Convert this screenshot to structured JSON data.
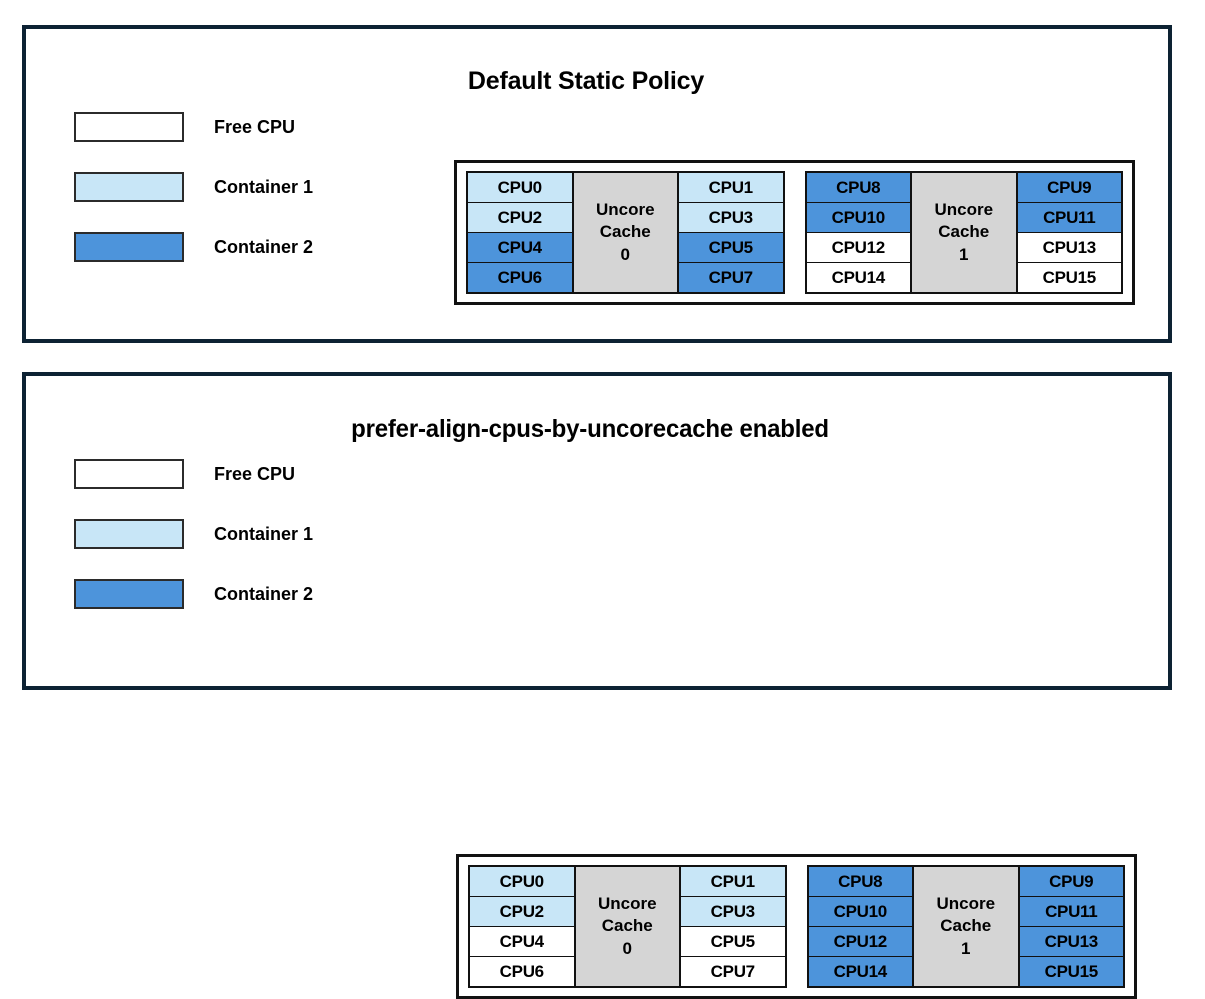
{
  "colors": {
    "free_cpu": "#ffffff",
    "container_1": "#c8e6f7",
    "container_2": "#4d94db",
    "uncore_cache": "#d5d5d5",
    "panel_border": "#0d2233",
    "box_border": "#111111"
  },
  "legend": {
    "items": [
      {
        "label": "Free CPU",
        "fill": "free"
      },
      {
        "label": "Container 1",
        "fill": "c1"
      },
      {
        "label": "Container 2",
        "fill": "c2"
      }
    ]
  },
  "panels": [
    {
      "id": "default-static-policy",
      "title": "Default Static Policy",
      "clusters": [
        {
          "cache_label_line1": "Uncore",
          "cache_label_line2": "Cache",
          "cache_label_line3": "0",
          "left_column": [
            {
              "label": "CPU0",
              "fill": "c1"
            },
            {
              "label": "CPU2",
              "fill": "c1"
            },
            {
              "label": "CPU4",
              "fill": "c2"
            },
            {
              "label": "CPU6",
              "fill": "c2"
            }
          ],
          "right_column": [
            {
              "label": "CPU1",
              "fill": "c1"
            },
            {
              "label": "CPU3",
              "fill": "c1"
            },
            {
              "label": "CPU5",
              "fill": "c2"
            },
            {
              "label": "CPU7",
              "fill": "c2"
            }
          ]
        },
        {
          "cache_label_line1": "Uncore",
          "cache_label_line2": "Cache",
          "cache_label_line3": "1",
          "left_column": [
            {
              "label": "CPU8",
              "fill": "c2"
            },
            {
              "label": "CPU10",
              "fill": "c2"
            },
            {
              "label": "CPU12",
              "fill": "free"
            },
            {
              "label": "CPU14",
              "fill": "free"
            }
          ],
          "right_column": [
            {
              "label": "CPU9",
              "fill": "c2"
            },
            {
              "label": "CPU11",
              "fill": "c2"
            },
            {
              "label": "CPU13",
              "fill": "free"
            },
            {
              "label": "CPU15",
              "fill": "free"
            }
          ]
        }
      ]
    },
    {
      "id": "prefer-align-cpus-by-uncorecache",
      "title": "prefer-align-cpus-by-uncorecache enabled",
      "clusters": [
        {
          "cache_label_line1": "Uncore",
          "cache_label_line2": "Cache",
          "cache_label_line3": "0",
          "left_column": [
            {
              "label": "CPU0",
              "fill": "c1"
            },
            {
              "label": "CPU2",
              "fill": "c1"
            },
            {
              "label": "CPU4",
              "fill": "free"
            },
            {
              "label": "CPU6",
              "fill": "free"
            }
          ],
          "right_column": [
            {
              "label": "CPU1",
              "fill": "c1"
            },
            {
              "label": "CPU3",
              "fill": "c1"
            },
            {
              "label": "CPU5",
              "fill": "free"
            },
            {
              "label": "CPU7",
              "fill": "free"
            }
          ]
        },
        {
          "cache_label_line1": "Uncore",
          "cache_label_line2": "Cache",
          "cache_label_line3": "1",
          "left_column": [
            {
              "label": "CPU8",
              "fill": "c2"
            },
            {
              "label": "CPU10",
              "fill": "c2"
            },
            {
              "label": "CPU12",
              "fill": "c2"
            },
            {
              "label": "CPU14",
              "fill": "c2"
            }
          ],
          "right_column": [
            {
              "label": "CPU9",
              "fill": "c2"
            },
            {
              "label": "CPU11",
              "fill": "c2"
            },
            {
              "label": "CPU13",
              "fill": "c2"
            },
            {
              "label": "CPU15",
              "fill": "c2"
            }
          ]
        }
      ]
    }
  ]
}
